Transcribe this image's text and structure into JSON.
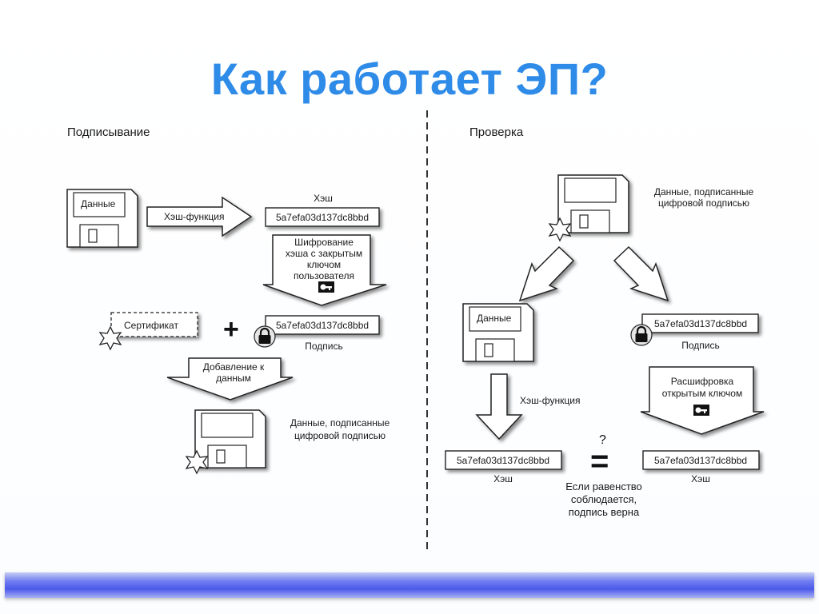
{
  "slide": {
    "title": "Как работает ЭП?",
    "footer_color": "#4b59ea",
    "title_color": "#2e8be8"
  },
  "signing": {
    "heading": "Подписывание",
    "data_label": "Данные",
    "hash_heading": "Хэш",
    "hash_function": "Хэш-функция",
    "hash_value": "5a7efa03d137dc8bbd",
    "encrypt_lines": [
      "Шифрование",
      "хэша с закрытым",
      "ключом",
      "пользователя"
    ],
    "certificate": "Сертификат",
    "plus": "+",
    "signature_value": "5a7efa03d137dc8bbd",
    "signature_label": "Подпись",
    "add_lines": [
      "Добавление к",
      "данным"
    ],
    "signed_lines": [
      "Данные, подписанные",
      "цифровой подписью"
    ]
  },
  "verification": {
    "heading": "Проверка",
    "signed_lines": [
      "Данные, подписанные",
      "цифровой подписью"
    ],
    "data_label": "Данные",
    "signature_value": "5a7efa03d137dc8bbd",
    "signature_label": "Подпись",
    "hash_function": "Хэш-функция",
    "decrypt_lines": [
      "Расшифровка",
      "открытым ключом"
    ],
    "question": "?",
    "equals": "=",
    "hash_left_value": "5a7efa03d137dc8bbd",
    "hash_left_label": "Хэш",
    "hash_right_value": "5a7efa03d137dc8bbd",
    "hash_right_label": "Хэш",
    "result_lines": [
      "Если равенство",
      "соблюдается,",
      "подпись верна"
    ]
  },
  "icons": {
    "floppy": "floppy-disk-icon",
    "lock": "lock-icon",
    "key": "key-icon",
    "seal": "seal-star-icon"
  }
}
